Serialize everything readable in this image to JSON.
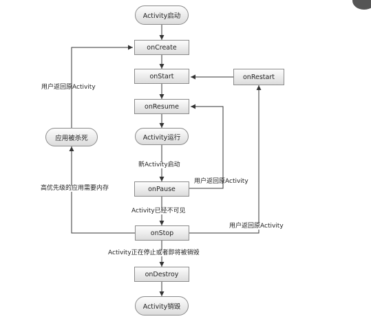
{
  "diagram": {
    "nodes": {
      "activity_start": "Activity启动",
      "on_create": "onCreate",
      "on_start": "onStart",
      "on_restart": "onRestart",
      "on_resume": "onResume",
      "activity_running": "Activity运行",
      "app_killed": "应用被杀死",
      "on_pause": "onPause",
      "on_stop": "onStop",
      "on_destroy": "onDestroy",
      "activity_destroyed": "Activity销毁"
    },
    "edge_labels": {
      "user_return_create": "用户返回原Activity",
      "new_activity_started": "新Activity启动",
      "user_return_resume": "用户返回原Activity",
      "high_priority_memory": "高优先级的应用需要内存",
      "activity_invisible": "Activity已经不可见",
      "user_return_restart": "用户返回原Activity",
      "activity_finishing": "Activity正在停止或者即将被销毁"
    },
    "colors": {
      "line": "#333333",
      "node_border": "#8a8a8a",
      "node_fill_top": "#fdfdfd",
      "node_fill_bottom": "#dcdcdc"
    }
  }
}
